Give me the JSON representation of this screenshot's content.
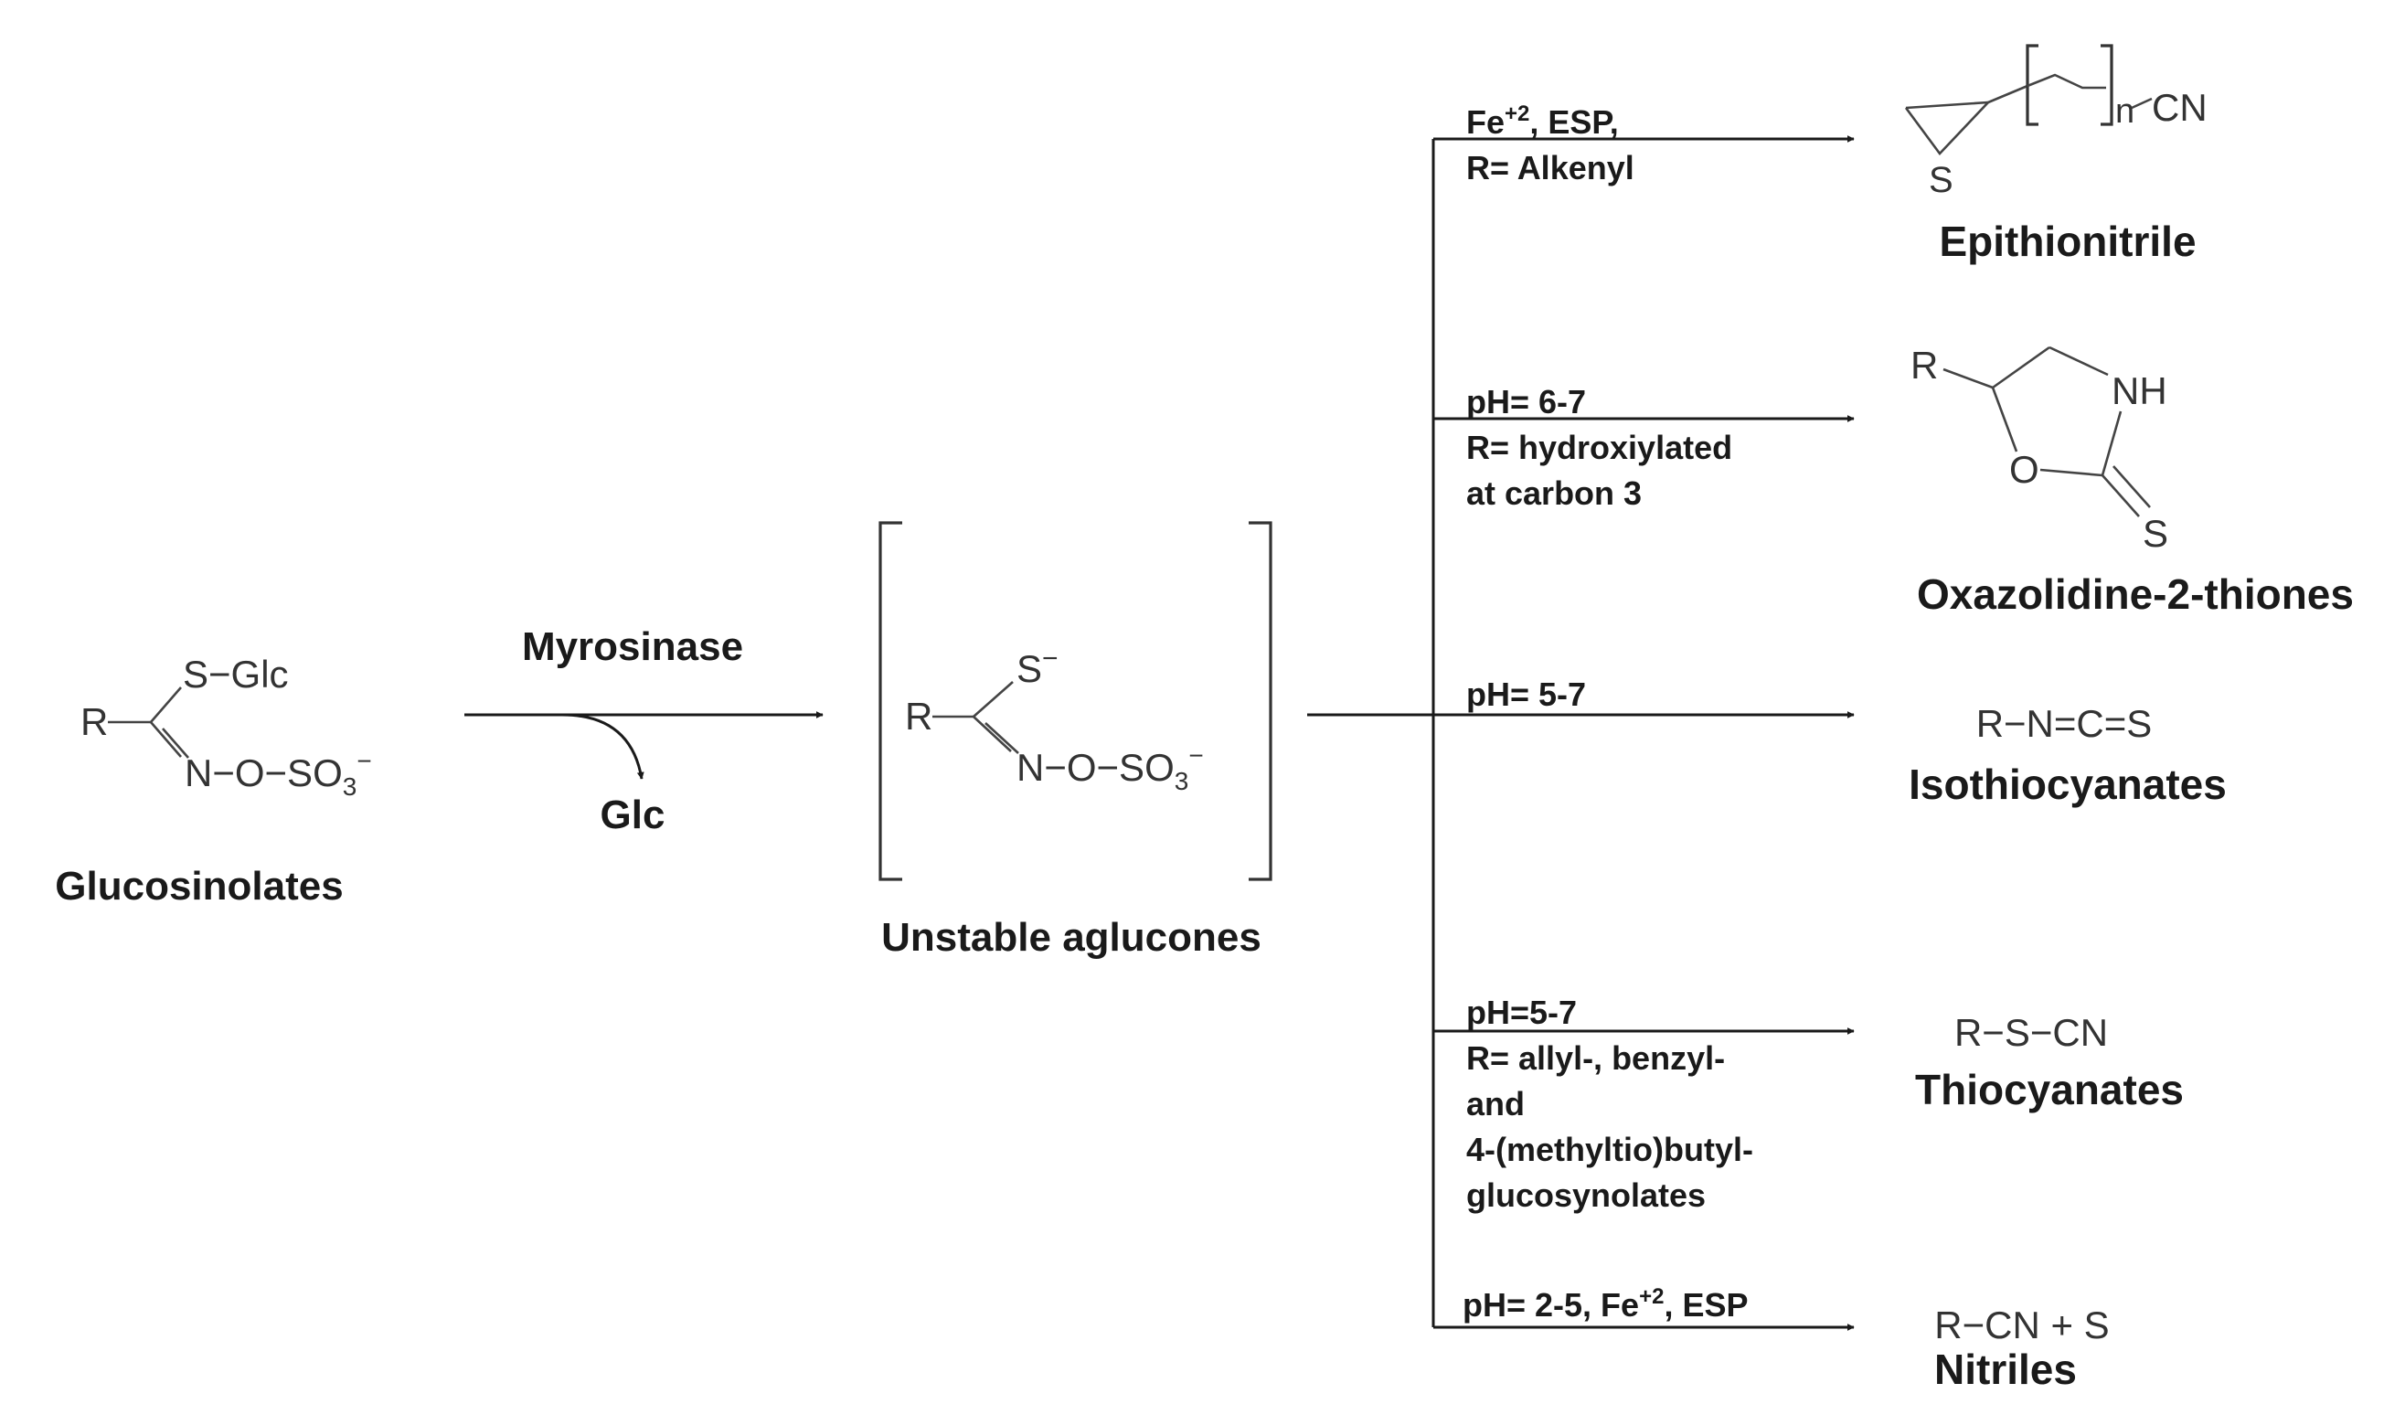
{
  "colors": {
    "text": "#1a1a1a",
    "bond": "#444444",
    "background": "#ffffff"
  },
  "glucosinolates": {
    "label": "Glucosinolates",
    "atom_r": "R",
    "group_s_glc": "S−Glc",
    "group_n_o_so3": "N−O−SO",
    "sub_3": "3",
    "charge": "−"
  },
  "myrosinase_step": {
    "enzyme": "Myrosinase",
    "byproduct": "Glc"
  },
  "aglucone": {
    "label": "Unstable aglucones",
    "atom_r": "R",
    "atom_s": "S",
    "s_charge": "−",
    "group_n_o_so3": "N−O−SO",
    "sub_3": "3",
    "charge": "−"
  },
  "branches": [
    {
      "id": "epithionitrile",
      "conditions": [
        "Fe",
        "+2",
        ",  ESP,",
        "R= Alkenyl"
      ],
      "product_label": "Epithionitrile",
      "structure": {
        "atom_s": "S",
        "n": "n",
        "cn": "CN"
      }
    },
    {
      "id": "oxazolidine",
      "conditions": [
        "pH= 6-7",
        "R= hydroxiylated",
        "at carbon 3"
      ],
      "product_label": "Oxazolidine-2-thiones",
      "structure": {
        "atom_r": "R",
        "nh": "NH",
        "atom_o": "O",
        "atom_s": "S"
      }
    },
    {
      "id": "isothiocyanates",
      "conditions": [
        "pH= 5-7"
      ],
      "product_label": "Isothiocyanates",
      "structure": {
        "formula": "R−N=C=S"
      }
    },
    {
      "id": "thiocyanates",
      "conditions": [
        "pH=5-7",
        "R= allyl-, benzyl-",
        "and",
        "4-(methyltio)butyl-",
        "glucosynolates"
      ],
      "product_label": "Thiocyanates",
      "structure": {
        "formula": "R−S−CN"
      }
    },
    {
      "id": "nitriles",
      "conditions": [
        "pH= 2-5, Fe",
        "+2",
        ",  ESP"
      ],
      "product_label": "Nitriles",
      "structure": {
        "formula": "R−CN + S"
      }
    }
  ]
}
